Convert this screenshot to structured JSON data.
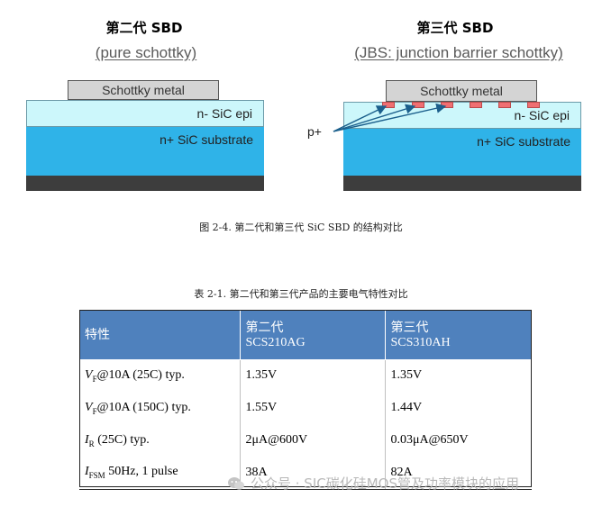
{
  "diagram_left": {
    "title": "第二代 SBD",
    "subtitle": "(pure schottky)",
    "metal_label": "Schottky metal",
    "epi_label": "n- SiC epi",
    "substrate_label": "n+ SiC substrate"
  },
  "diagram_right": {
    "title": "第三代 SBD",
    "subtitle": "(JBS: junction barrier schottky)",
    "metal_label": "Schottky metal",
    "epi_label": "n- SiC epi",
    "substrate_label": "n+ SiC substrate",
    "pplus_label": "p+"
  },
  "figure_caption": "图 2-4.   第二代和第三代 SiC SBD 的结构对比",
  "table_caption": "表 2-1. 第二代和第三代产品的主要电气特性对比",
  "table": {
    "headers": {
      "col1": "特性",
      "col2_line1": "第二代",
      "col2_line2": "SCS210AG",
      "col3_line1": "第三代",
      "col3_line2": "SCS310AH"
    },
    "rows": [
      {
        "sym": "V",
        "sub": "F",
        "rest": "@10A (25C) typ.",
        "gen2": "1.35V",
        "gen3": "1.35V"
      },
      {
        "sym": "V",
        "sub": "F",
        "rest": "@10A (150C) typ.",
        "gen2": "1.55V",
        "gen3": "1.44V"
      },
      {
        "sym": "I",
        "sub": "R",
        "rest": " (25C) typ.",
        "gen2": "2μA@600V",
        "gen3": "0.03μA@650V"
      },
      {
        "sym": "I",
        "sub": "FSM",
        "rest": " 50Hz, 1 pulse",
        "gen2": "38A",
        "gen3": "82A"
      }
    ]
  },
  "watermark": "公众号 · SIC碳化硅MOS管及功率模块的应用",
  "colors": {
    "header_bg": "#4f81bd",
    "epi": "#ccf7fb",
    "substrate": "#2fb3e8",
    "pplus": "#f06f72",
    "metal": "#d4d4d4"
  }
}
